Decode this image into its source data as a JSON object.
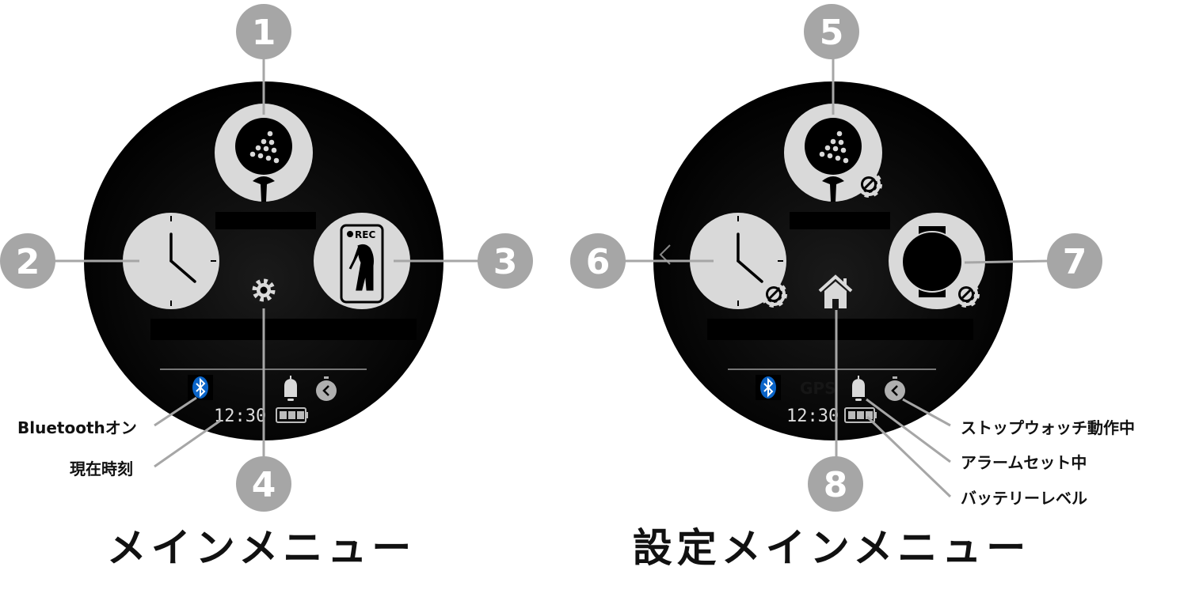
{
  "colors": {
    "badge": "#a6a6a6",
    "screen": "#000000",
    "icon": "#d9d9d9",
    "bluetooth": "#0a64c8"
  },
  "main_menu": {
    "title": "メインメニュー",
    "badges": [
      "1",
      "2",
      "3",
      "4"
    ],
    "status": {
      "time": "12:30",
      "rec_label": "REC"
    },
    "labels": {
      "bluetooth": "Bluetoothオン",
      "current_time": "現在時刻"
    }
  },
  "settings_menu": {
    "title": "設定メインメニュー",
    "badges": [
      "5",
      "6",
      "7",
      "8"
    ],
    "status": {
      "time": "12:30",
      "gps": "GPS"
    },
    "labels": {
      "stopwatch": "ストップウォッチ動作中",
      "alarm": "アラームセット中",
      "battery": "バッテリーレベル"
    }
  }
}
